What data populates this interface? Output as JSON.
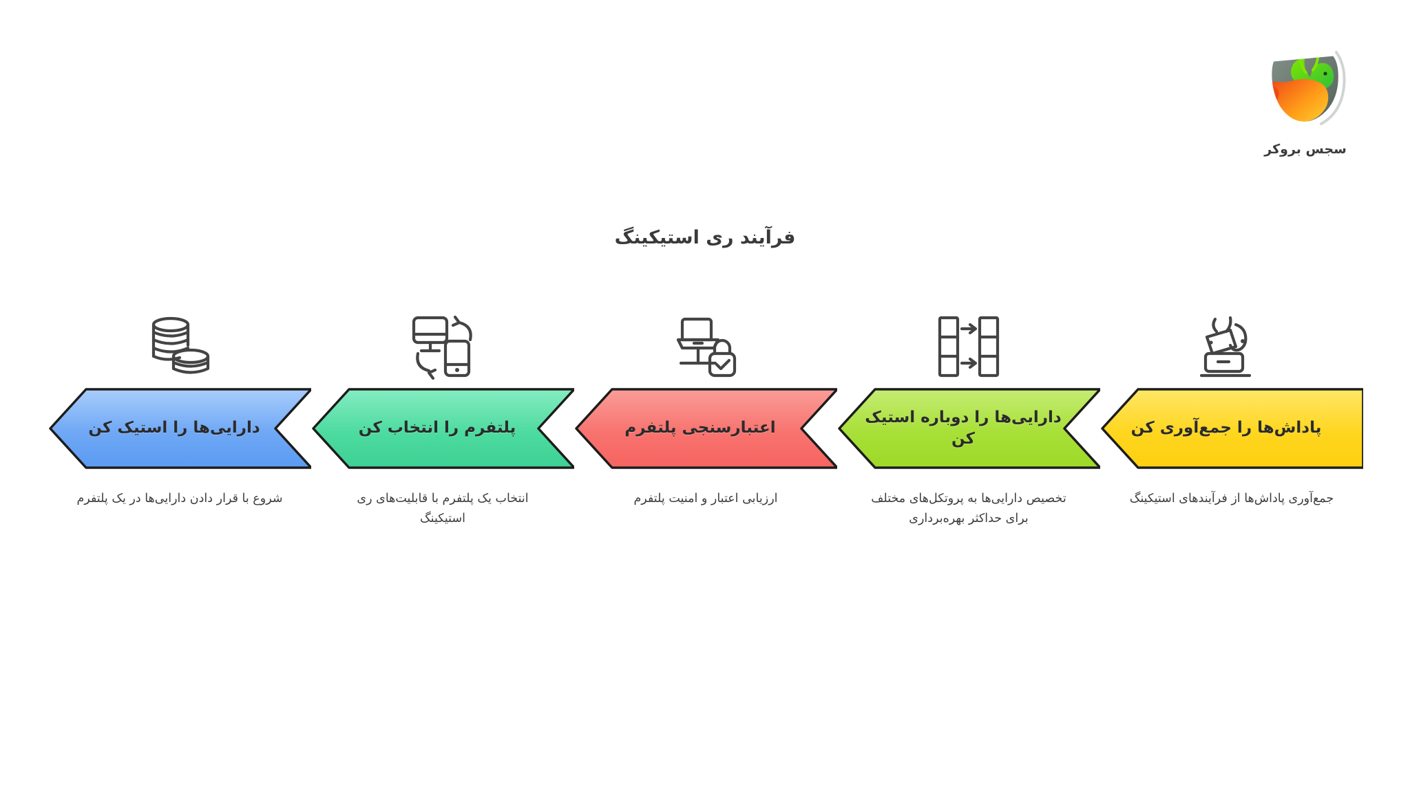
{
  "brand": {
    "name": "سجس بروکر",
    "logo_icon": "bull-bear-shield-logo"
  },
  "title": "فرآیند ری استیکینگ",
  "chart_data": {
    "type": "diagram",
    "subtype": "chevron-process-flow",
    "title": "فرآیند ری استیکینگ",
    "direction": "rtl",
    "step_count": 5,
    "steps": [
      {
        "index": 1,
        "label": "دارایی‌ها را استیک کن",
        "caption": "شروع با قرار دادن دارایی‌ها در یک پلتفرم",
        "color": "#6fa8f5",
        "color_light": "#a8cdfb",
        "icon": "coins-stack-icon"
      },
      {
        "index": 2,
        "label": "پلتفرم را انتخاب کن",
        "caption": "انتخاب یک پلتفرم با قابلیت‌های ری استیکینگ",
        "color": "#4ddba0",
        "color_light": "#86ecc1",
        "icon": "monitor-phone-sync-icon"
      },
      {
        "index": 3,
        "label": "اعتبارسنجی پلتفرم",
        "caption": "ارزیابی اعتبار و امنیت پلتفرم",
        "color": "#f8736f",
        "color_light": "#fa9d98",
        "icon": "laptop-lock-check-icon"
      },
      {
        "index": 4,
        "label": "دارایی‌ها را دوباره استیک کن",
        "caption": "تخصیص دارایی‌ها به پروتکل‌های مختلف برای حداکثر بهره‌برداری",
        "color": "#a8e038",
        "color_light": "#c5ec74",
        "icon": "data-transfer-arrows-icon"
      },
      {
        "index": 5,
        "label": "پاداش‌ها را جمع‌آوری کن",
        "caption": "جمع‌آوری پاداش‌ها از فرآیندهای استیکینگ",
        "color": "#ffd61f",
        "color_light": "#ffe767",
        "icon": "hand-collect-coin-icon"
      }
    ]
  },
  "colors": {
    "background": "#ffffff",
    "title_text": "#3a3a3a",
    "caption_text": "#3d3d3d",
    "icon_stroke": "#444444",
    "chevron_outline": "#1c1c1c"
  }
}
